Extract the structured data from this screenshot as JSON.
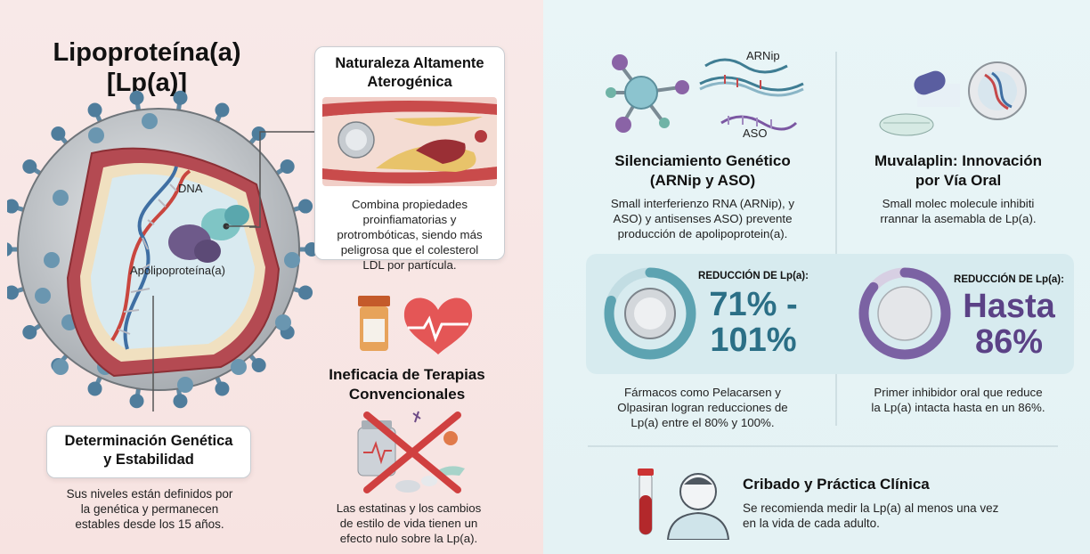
{
  "left": {
    "title_line1": "Lipoproteína(a)",
    "title_line2": "[Lp(a)]",
    "dna_label": "DNA",
    "apo_label": "Apolipoproteína(a)",
    "atherogenic": {
      "title_line1": "Naturaleza Altamente",
      "title_line2": "Aterogénica",
      "lines": [
        "Combina propiedades",
        "proinfiamatorias y",
        "protrombóticas, siendo más",
        "peligrosa que el colesterol",
        "LDL por partícula."
      ]
    },
    "genetic": {
      "title_line1": "Determinación Genética",
      "title_line2": "y Estabilidad",
      "lines": [
        "Sus niveles están definidos por",
        "la genética y permanecen",
        "estables desde los 15 años."
      ]
    },
    "ineficacia": {
      "title_line1": "Ineficacia de Terapias",
      "title_line2": "Convencionales",
      "lines": [
        "Las estatinas y los cambios",
        "de estilo de vida tienen un",
        "efecto nulo sobre la Lp(a)."
      ]
    }
  },
  "right": {
    "arnip_label": "ARNip",
    "aso_label": "ASO",
    "silencing": {
      "title_line1": "Silenciamiento Genético",
      "title_line2": "(ARNip y ASO)",
      "lines": [
        "Small interferienzo RNA (ARNip), y",
        "ASO) y antisenses ASO) prevente",
        "producción de apolipoprotein(a)."
      ],
      "reduction_label": "REDUCCIÓN DE Lp(a):",
      "value_line1": "71% -",
      "value_line2": "101%",
      "fraction": 0.8,
      "desc": [
        "Fármacos como Pelacarsen y",
        "Olpasiran logran reducciones de",
        "Lp(a) entre el 80% y 100%."
      ]
    },
    "oral": {
      "title_line1": "Muvalaplin: Innovación",
      "title_line2": "por Vía Oral",
      "lines": [
        "Small molec molecule inhibiti",
        "rrannar la asemabla de Lp(a)."
      ],
      "reduction_label": "REDUCCIÓN DE Lp(a):",
      "value_line1": "Hasta",
      "value_line2": "86%",
      "fraction": 0.86,
      "desc": [
        "Primer inhibidor oral que reduce",
        "la Lp(a) intacta hasta en un 86%."
      ]
    },
    "cribado": {
      "title": "Cribado y Práctica Clínica",
      "lines": [
        "Se recomienda medir la Lp(a) al menos una vez",
        "en la vida de cada adulto."
      ]
    }
  },
  "colors": {
    "teal": "#2b6f86",
    "purple": "#5b4286",
    "red": "#c8383a",
    "ring_teal": "#5da3b1",
    "ring_purple": "#7b62a3"
  }
}
